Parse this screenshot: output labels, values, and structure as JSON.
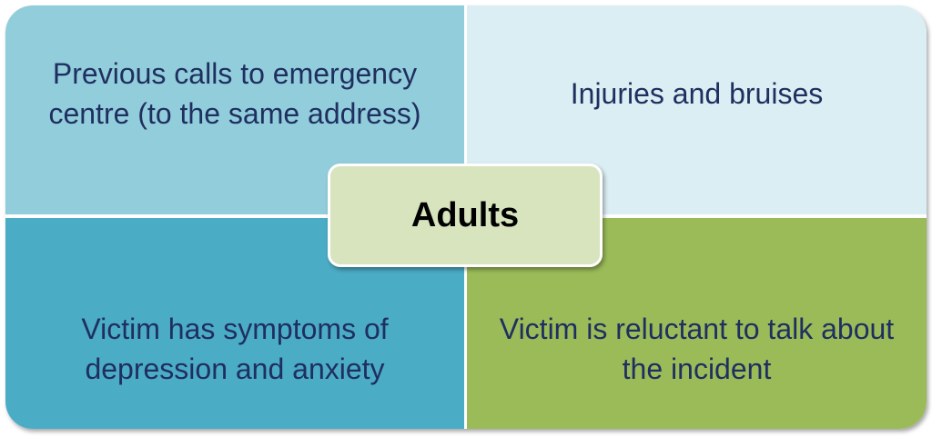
{
  "quadrants": {
    "top_left": {
      "text": "Previous calls to emergency centre (to the same address)",
      "color": "#92cddc"
    },
    "top_right": {
      "text": "Injuries and bruises",
      "color": "#daeef3"
    },
    "bottom_left": {
      "text": "Victim has symptoms of depression and anxiety",
      "color": "#4bacc6"
    },
    "bottom_right": {
      "text": "Victim is reluctant to talk about the incident",
      "color": "#9bbb59"
    }
  },
  "center": {
    "label": "Adults",
    "color": "#d7e4bd"
  },
  "colors": {
    "text": "#1f2f5f",
    "divider": "#ffffff"
  }
}
